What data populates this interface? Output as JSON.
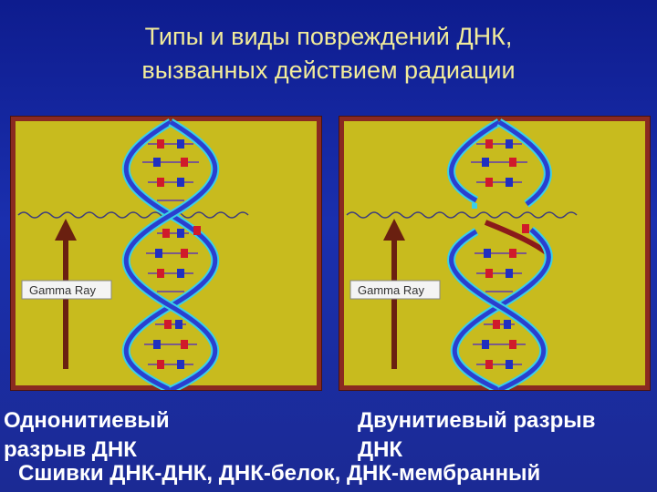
{
  "title": {
    "line1": "Типы и виды повреждений ДНК,",
    "line2": "вызванных действием радиации"
  },
  "panels": [
    {
      "label": "Gamma Ray"
    },
    {
      "label": "Gamma Ray"
    }
  ],
  "captions": {
    "left_line1": "Однонитиевый",
    "left_line2": "разрыв ДНК",
    "right_line1": "Двунитиевый разрыв",
    "right_line2": "ДНК",
    "bottom": "Сшивки ДНК-ДНК, ДНК-белок, ДНК-мембранный"
  },
  "colors": {
    "title": "#f2ec9a",
    "panel_background": "#c8bb1e",
    "strand_blue": "#2a3fcf",
    "strand_cyan": "#3ad0e8",
    "base_red": "#d01a2a",
    "base_blue": "#2030c0",
    "arrow": "#6a2010"
  }
}
